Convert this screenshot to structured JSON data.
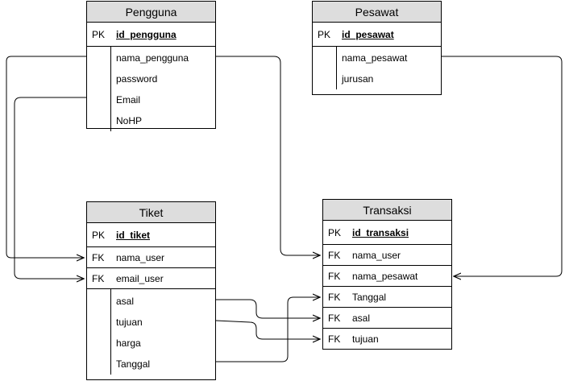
{
  "pengguna": {
    "title": "Pengguna",
    "pk_key": "PK",
    "pk_field": "id_pengguna",
    "fields": [
      "nama_pengguna",
      "password",
      "Email",
      "NoHP"
    ]
  },
  "pesawat": {
    "title": "Pesawat",
    "pk_key": "PK",
    "pk_field": "id_pesawat",
    "fields": [
      "nama_pesawat",
      "jurusan"
    ]
  },
  "tiket": {
    "title": "Tiket",
    "pk_key": "PK",
    "pk_field": "id_tiket",
    "fk_rows": [
      {
        "key": "FK",
        "field": "nama_user"
      },
      {
        "key": "FK",
        "field": "email_user"
      }
    ],
    "fields": [
      "asal",
      "tujuan",
      "harga",
      "Tanggal"
    ]
  },
  "transaksi": {
    "title": "Transaksi",
    "pk_key": "PK",
    "pk_field": "id_transaksi",
    "fk_rows": [
      {
        "key": "FK",
        "field": "nama_user"
      },
      {
        "key": "FK",
        "field": "nama_pesawat"
      },
      {
        "key": "FK",
        "field": "Tanggal"
      },
      {
        "key": "FK",
        "field": "asal"
      },
      {
        "key": "FK",
        "field": "tujuan"
      }
    ]
  }
}
